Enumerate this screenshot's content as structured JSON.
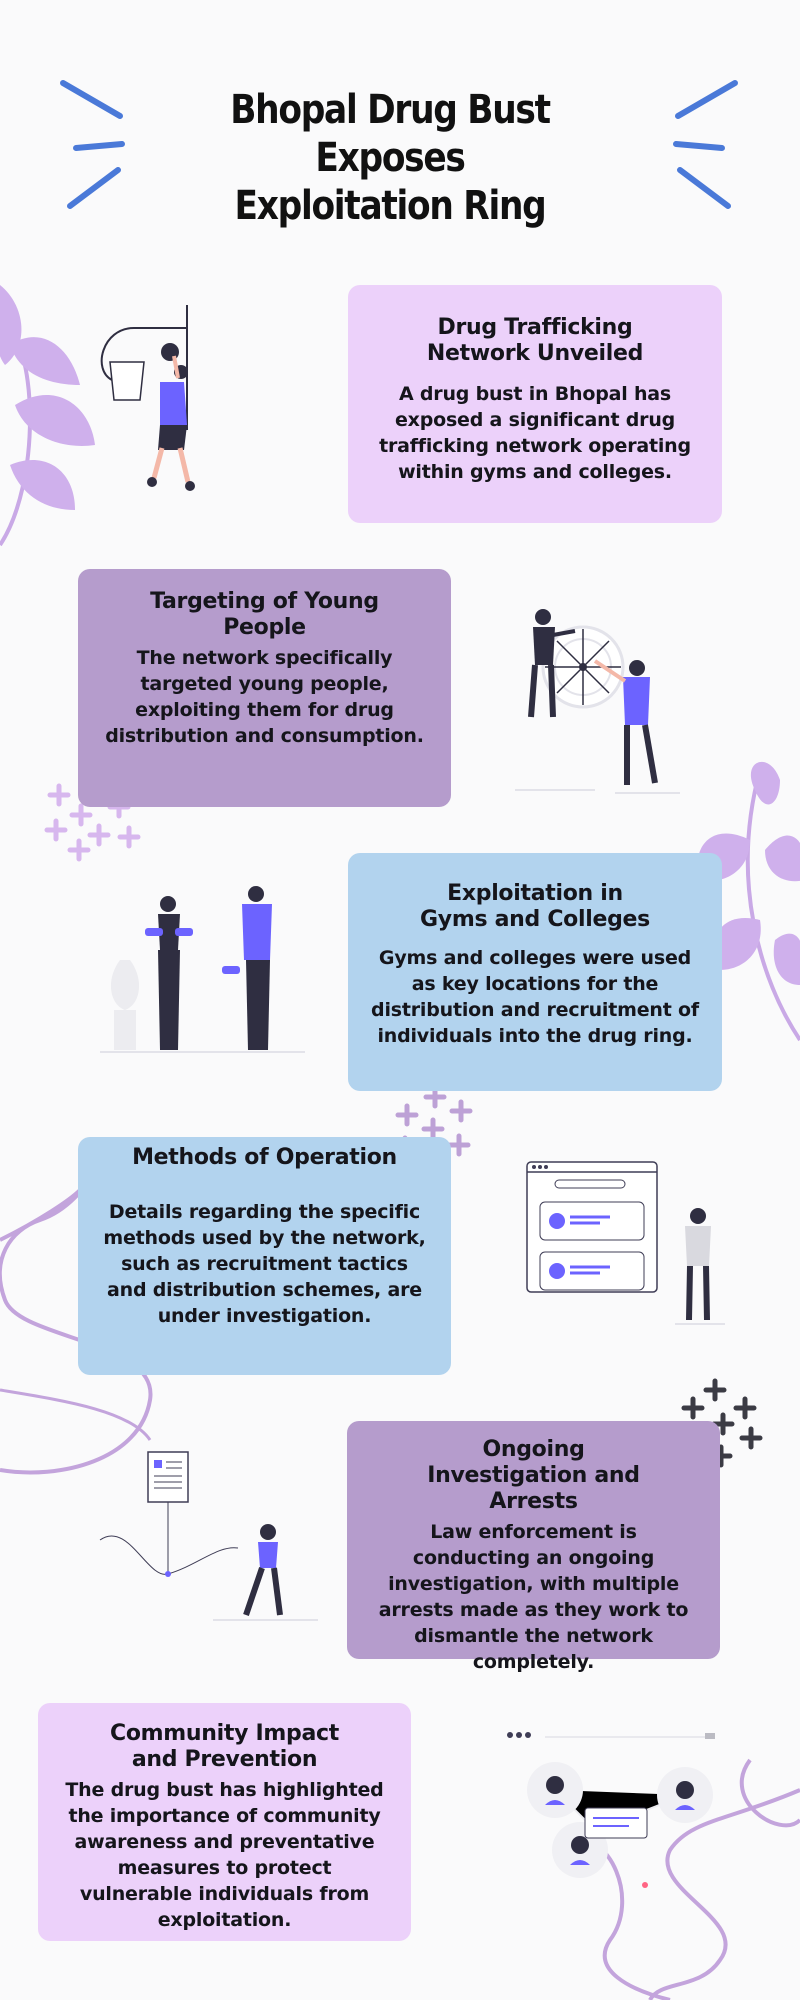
{
  "title": {
    "line1": "Bhopal Drug Bust Exposes",
    "line2": "Exploitation Ring"
  },
  "sections": [
    {
      "heading": "Drug Trafficking Network Unveiled",
      "body": "A drug bust in Bhopal has exposed a significant drug trafficking network operating within gyms and colleges."
    },
    {
      "heading": "Targeting of Young People",
      "body": "The network specifically targeted young people, exploiting them for drug distribution and consumption."
    },
    {
      "heading": "Exploitation in Gyms and Colleges",
      "body": "Gyms and colleges were used as key locations for the distribution and recruitment of individuals into the drug ring."
    },
    {
      "heading": "Methods of Operation",
      "body": "Details regarding the specific methods used by the network, such as recruitment tactics and distribution schemes, are under investigation."
    },
    {
      "heading": "Ongoing Investigation and Arrests",
      "body": "Law enforcement is conducting an ongoing investigation, with multiple arrests made as they work to dismantle the network completely."
    },
    {
      "heading": "Community Impact and Prevention",
      "body": "The drug bust has highlighted the importance of community awareness and preventative measures to protect vulnerable individuals from exploitation."
    }
  ],
  "colors": {
    "accent_purple": "#6c63ff",
    "card_pink": "#ecd1fa",
    "card_mauve": "#b59ccc",
    "card_blue": "#b2d3ee",
    "title_burst": "#4a79d8"
  }
}
